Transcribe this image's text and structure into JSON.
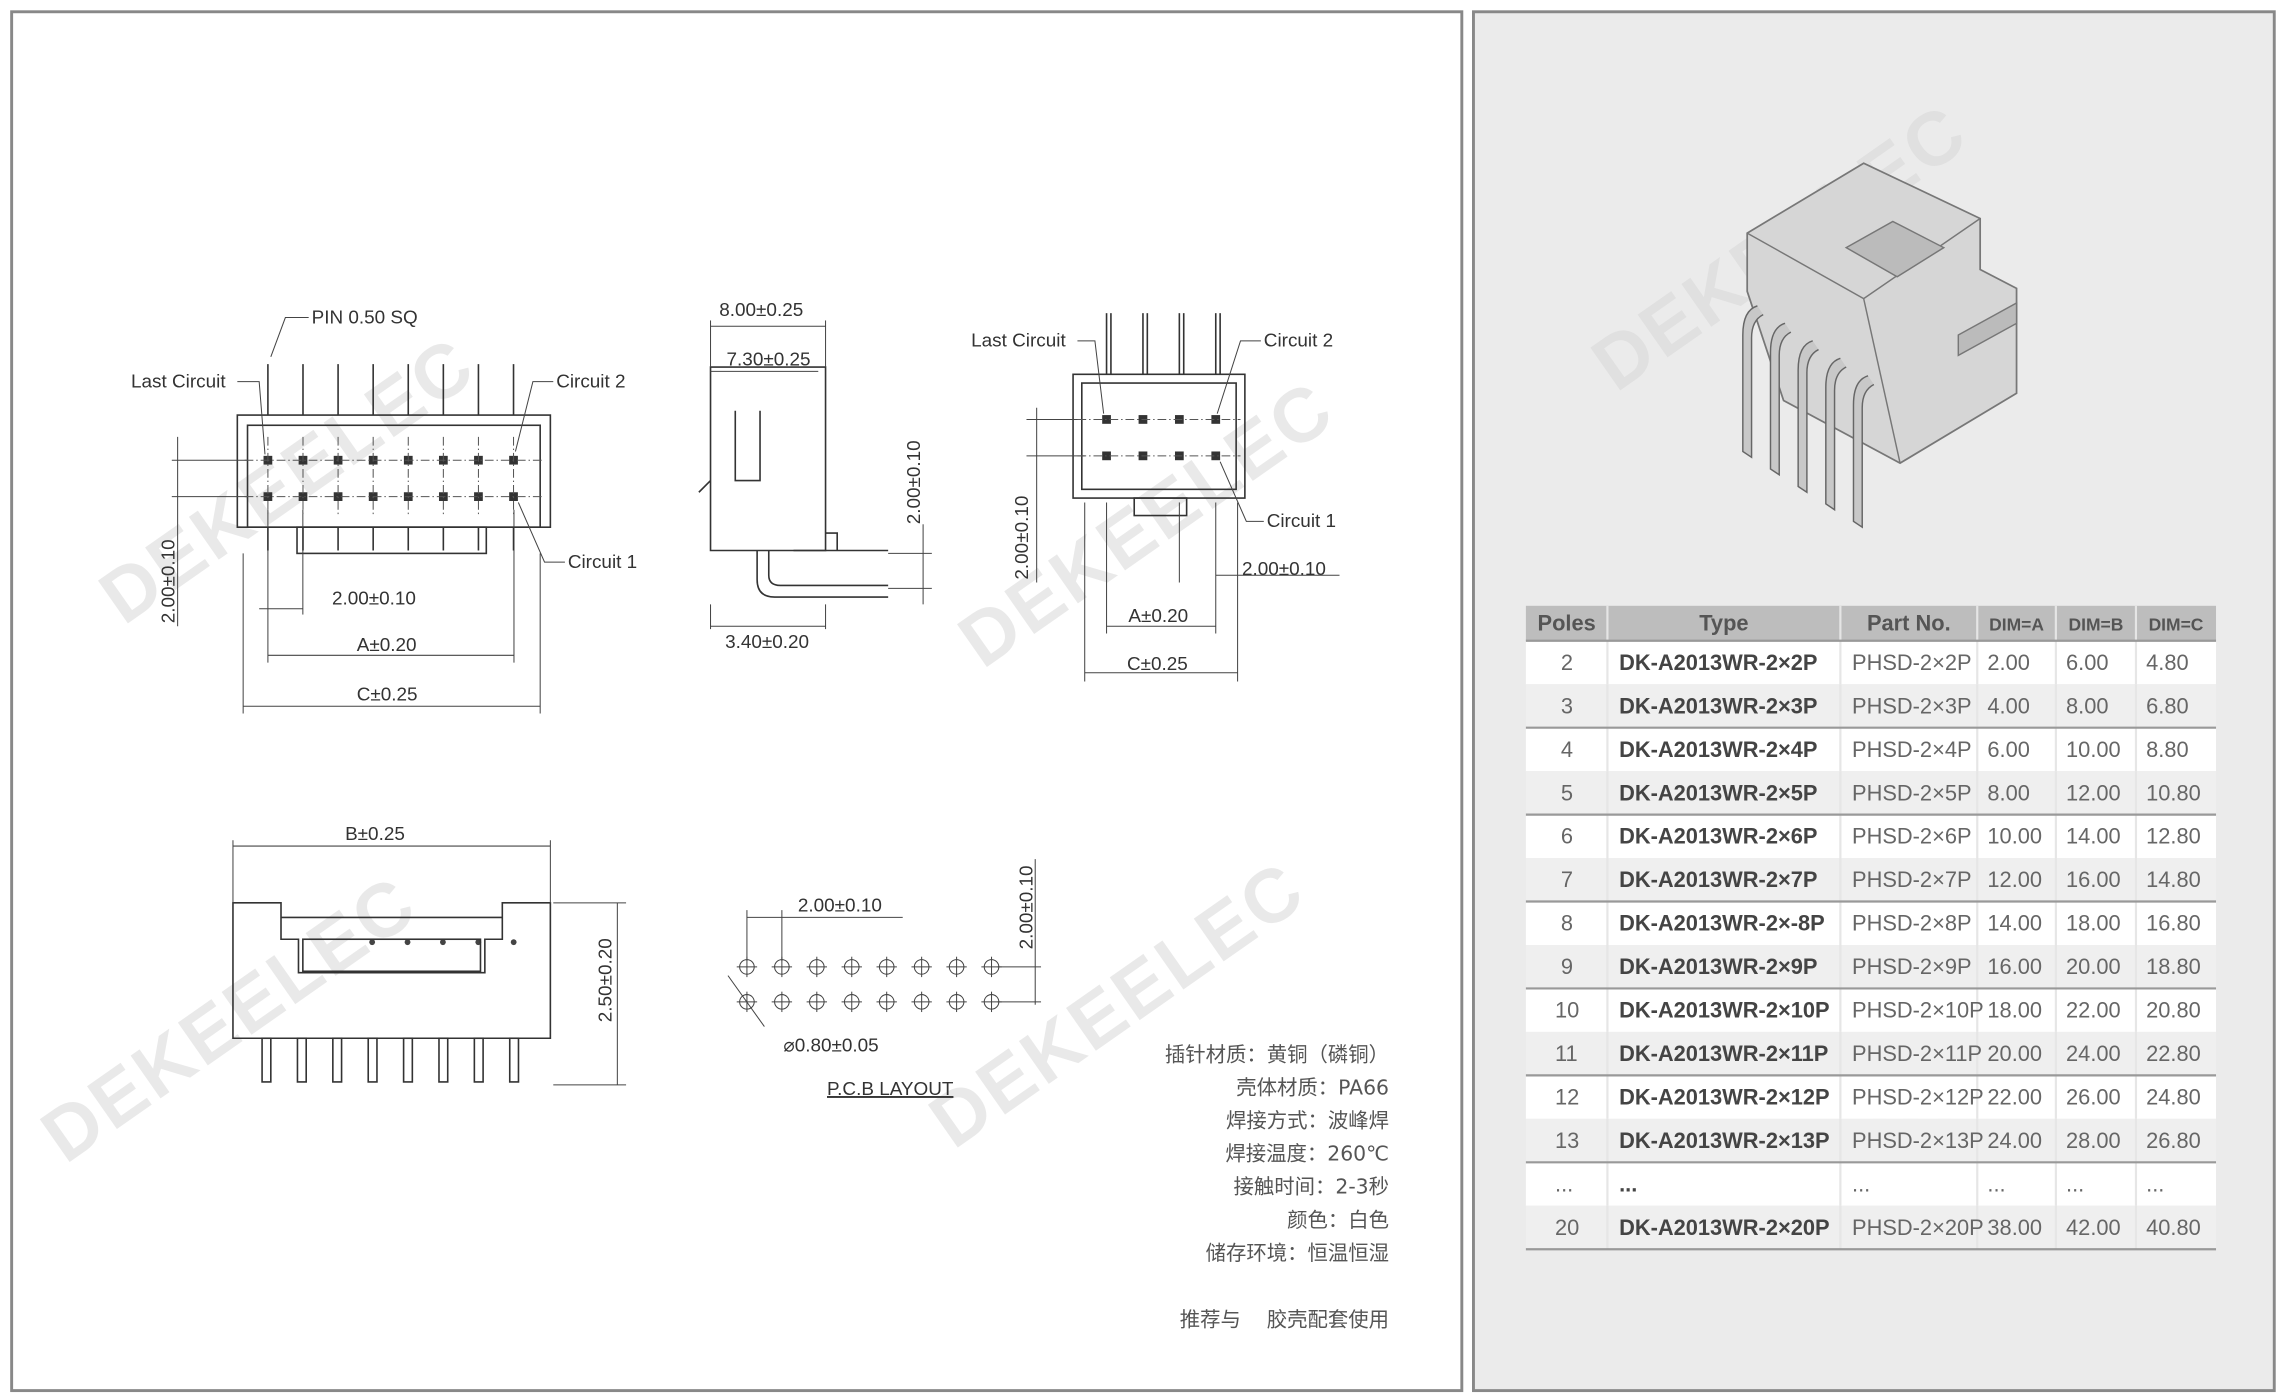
{
  "watermark": "DEKEELEC",
  "drawing": {
    "front": {
      "pin": "PIN 0.50 SQ",
      "last_circuit": "Last Circuit",
      "circuit2": "Circuit 2",
      "circuit1": "Circuit 1",
      "pitch_v": "2.00±0.10",
      "pitch_h": "2.00±0.10",
      "dim_a": "A±0.20",
      "dim_c": "C±0.25"
    },
    "side": {
      "w1": "8.00±0.25",
      "w2": "7.30±0.25",
      "h": "2.00±0.10",
      "base": "3.40±0.20"
    },
    "small": {
      "last_circuit": "Last Circuit",
      "circuit2": "Circuit 2",
      "circuit1": "Circuit 1",
      "pitch_v": "2.00±0.10",
      "pitch_h": "2.00±0.10",
      "dim_a": "A±0.20",
      "dim_c": "C±0.25"
    },
    "bottom": {
      "dim_b": "B±0.25",
      "h": "2.50±0.20"
    },
    "pcb": {
      "pitch_h": "2.00±0.10",
      "pitch_v": "2.00±0.10",
      "hole": "⌀0.80±0.05",
      "title": "P.C.B LAYOUT"
    }
  },
  "notes": [
    "插针材质：黄铜（磷铜）",
    "壳体材质：PA66",
    "焊接方式：波峰焊",
    "焊接温度：260℃",
    "接触时间：2-3秒",
    "颜色：白色",
    "储存环境：恒温恒湿"
  ],
  "recommend": "推荐与    胶壳配套使用",
  "table": {
    "headers": [
      "Poles",
      "Type",
      "Part No.",
      "DIM=A",
      "DIM=B",
      "DIM=C"
    ],
    "rows": [
      [
        "2",
        "DK-A2013WR-2×2P",
        "PHSD-2×2P",
        "2.00",
        "6.00",
        "4.80"
      ],
      [
        "3",
        "DK-A2013WR-2×3P",
        "PHSD-2×3P",
        "4.00",
        "8.00",
        "6.80"
      ],
      [
        "4",
        "DK-A2013WR-2×4P",
        "PHSD-2×4P",
        "6.00",
        "10.00",
        "8.80"
      ],
      [
        "5",
        "DK-A2013WR-2×5P",
        "PHSD-2×5P",
        "8.00",
        "12.00",
        "10.80"
      ],
      [
        "6",
        "DK-A2013WR-2×6P",
        "PHSD-2×6P",
        "10.00",
        "14.00",
        "12.80"
      ],
      [
        "7",
        "DK-A2013WR-2×7P",
        "PHSD-2×7P",
        "12.00",
        "16.00",
        "14.80"
      ],
      [
        "8",
        "DK-A2013WR-2×-8P",
        "PHSD-2×8P",
        "14.00",
        "18.00",
        "16.80"
      ],
      [
        "9",
        "DK-A2013WR-2×9P",
        "PHSD-2×9P",
        "16.00",
        "20.00",
        "18.80"
      ],
      [
        "10",
        "DK-A2013WR-2×10P",
        "PHSD-2×10P",
        "18.00",
        "22.00",
        "20.80"
      ],
      [
        "11",
        "DK-A2013WR-2×11P",
        "PHSD-2×11P",
        "20.00",
        "24.00",
        "22.80"
      ],
      [
        "12",
        "DK-A2013WR-2×12P",
        "PHSD-2×12P",
        "22.00",
        "26.00",
        "24.80"
      ],
      [
        "13",
        "DK-A2013WR-2×13P",
        "PHSD-2×13P",
        "24.00",
        "28.00",
        "26.80"
      ],
      [
        "...",
        "...",
        "...",
        "...",
        "...",
        "..."
      ],
      [
        "20",
        "DK-A2013WR-2×20P",
        "PHSD-2×20P",
        "38.00",
        "42.00",
        "40.80"
      ]
    ]
  }
}
